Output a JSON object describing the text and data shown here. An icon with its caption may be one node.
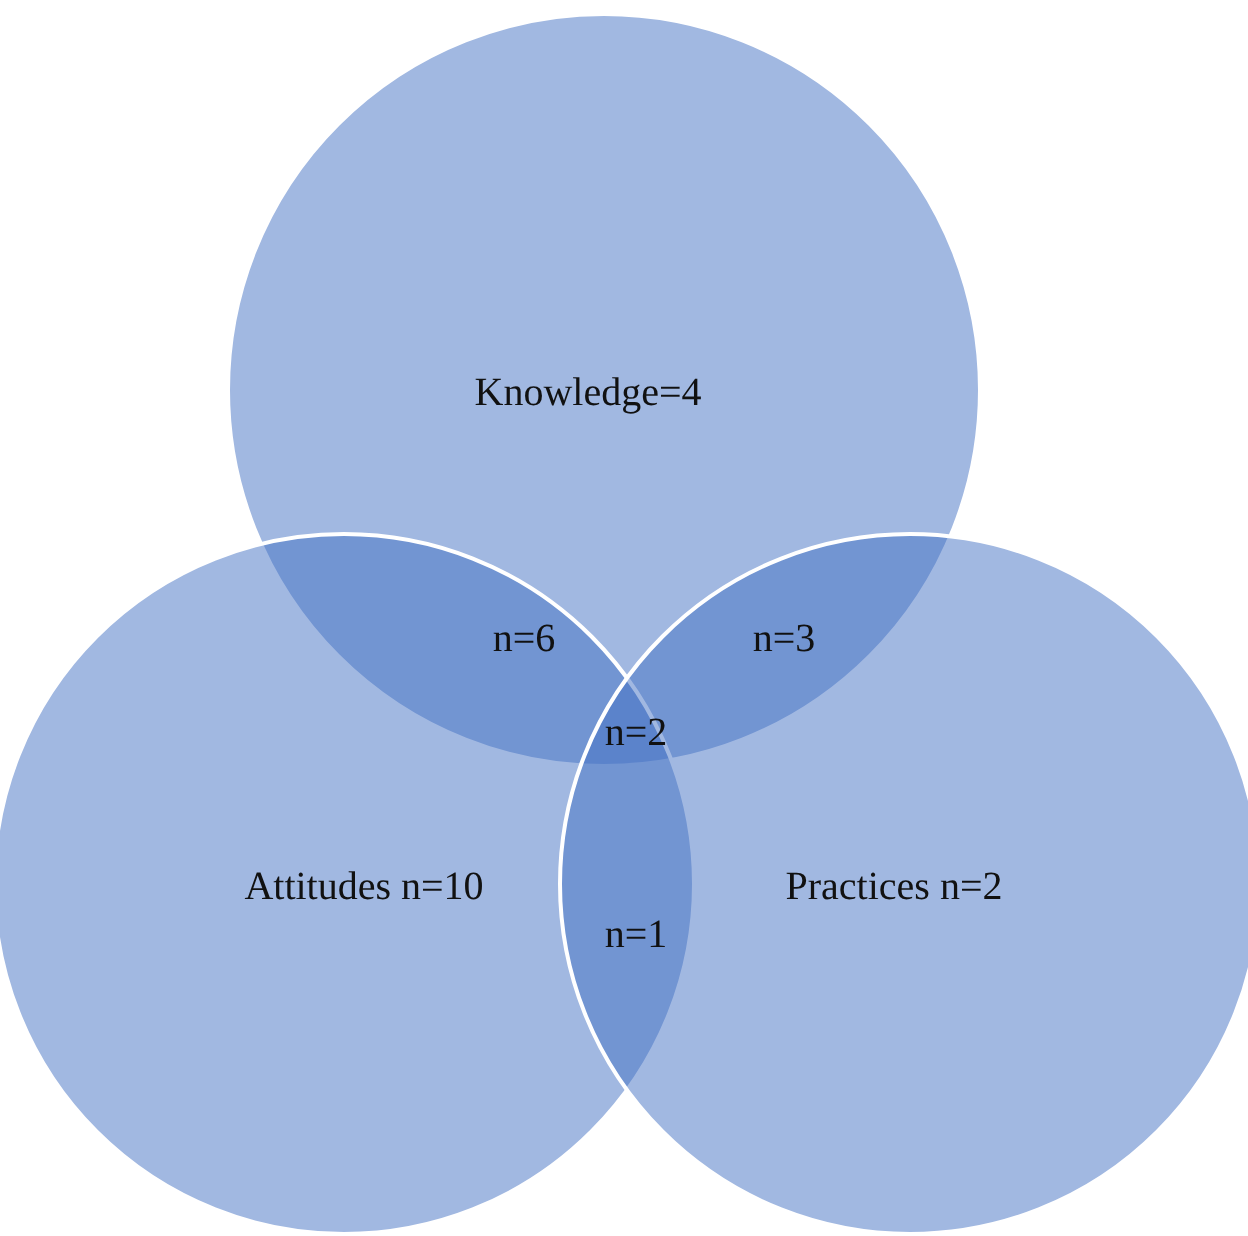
{
  "diagram": {
    "nodes": [
      {
        "text": [
          "Knowledge=4"
        ]
      },
      {
        "text": [
          "Attitudes n=10"
        ]
      },
      {
        "text": [
          "Practices n=2"
        ]
      }
    ],
    "labels": [
      "n=6",
      "n=3",
      "n=2",
      "n=1"
    ]
  }
}
